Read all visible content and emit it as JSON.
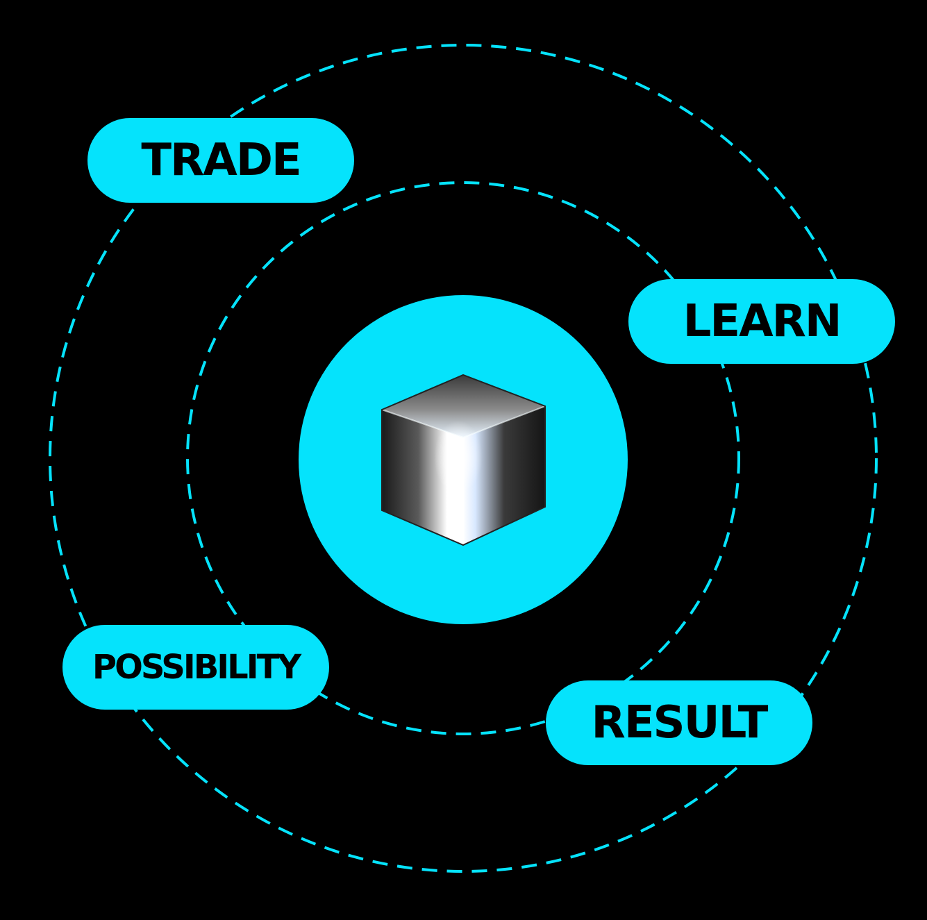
{
  "diagram": {
    "labels": {
      "trade": "TRADE",
      "learn": "LEARN",
      "possibility": "POSSIBILITY",
      "result": "RESULT"
    },
    "center_icon": "glass-cube-icon"
  },
  "colors": {
    "background": "#000000",
    "accent": "#05e3fc",
    "label_text": "#000000"
  }
}
